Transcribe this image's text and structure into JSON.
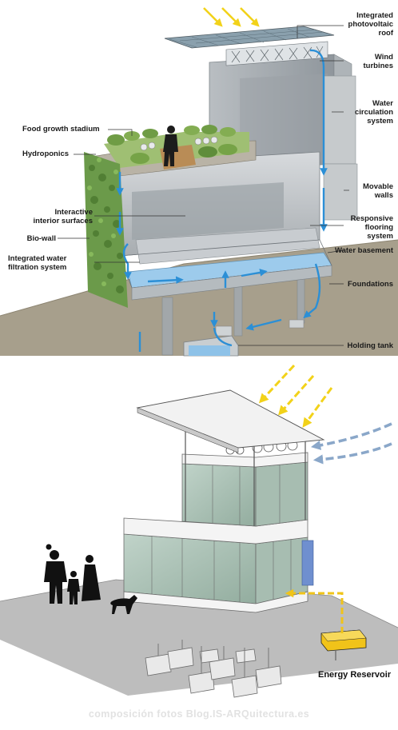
{
  "top_diagram": {
    "labels": {
      "roof": "Integrated\nphotovoltaic\nroof",
      "wind": "Wind\nturbines",
      "water_circ": "Water\ncirculation\nsystem",
      "walls": "Movable\nwalls",
      "flooring": "Responsive\nflooring\nsystem",
      "basement": "Water basement",
      "foundations": "Foundations",
      "holding": "Holding tank",
      "food": "Food growth stadium",
      "hydro": "Hydroponics",
      "interactive": "Interactive\ninterior surfaces",
      "biowall": "Bio-wall",
      "filtration": "Integrated water\nfiltration system"
    }
  },
  "bottom_diagram": {
    "reservoir_label": "Energy Reservoir"
  },
  "watermark": "composición fotos   Blog.IS-ARQuitectura.es",
  "colors": {
    "water_arrow": "#2b8fd6",
    "sun_arrow": "#f2d21a",
    "wind_arrow": "#8aa7c9",
    "energy_arrow": "#f0c419",
    "ground": "#a8a08e",
    "glass": "#a9c0b4"
  }
}
